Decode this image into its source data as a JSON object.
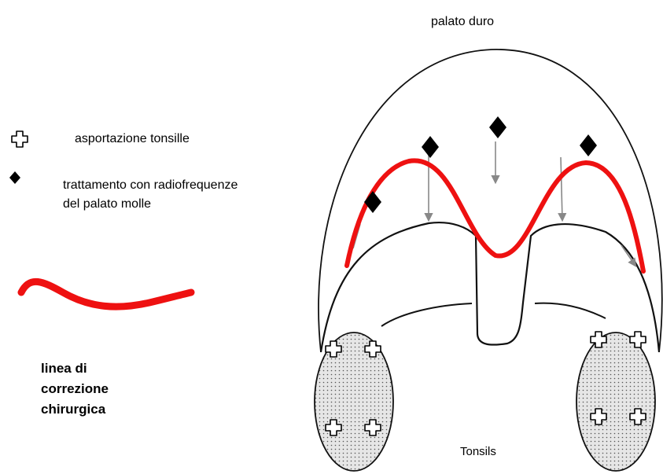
{
  "header": {
    "title": "palato duro"
  },
  "legend": {
    "tonsil_removal": "asportazione tonsille",
    "rf_treatment": "trattamento con\nradiofrequenze  del palato\nmolle",
    "surgical_line": "linea di\ncorrezione\nchirurgica"
  },
  "labels": {
    "tonsils": "Tonsils"
  },
  "colors": {
    "correction_line": "#ee1111",
    "outline": "#111111",
    "arrow": "#888888",
    "diamond": "#000000"
  },
  "icons": {
    "tonsil_marker": "plus-outline-icon",
    "rf_marker": "diamond-icon"
  }
}
